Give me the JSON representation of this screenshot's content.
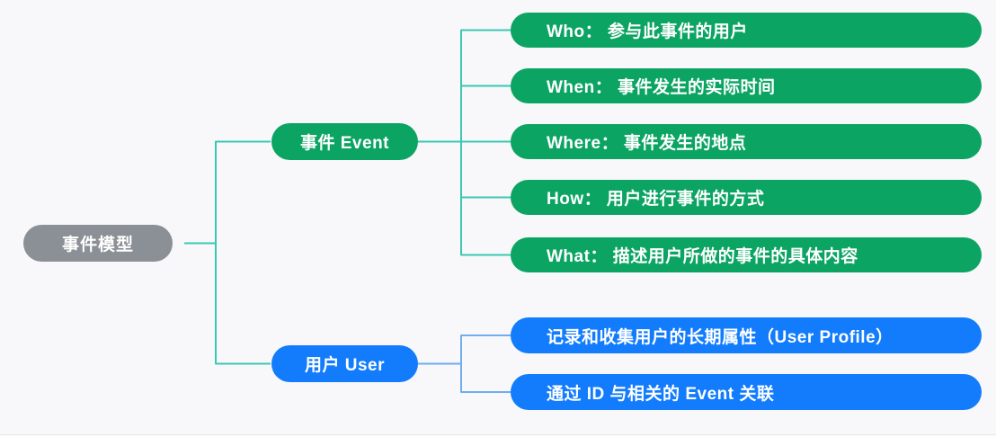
{
  "colors": {
    "background": "#f8f8fa",
    "root_fill": "#8b8f96",
    "event_fill": "#0ca463",
    "user_fill": "#127cfc",
    "event_connector": "#3bc7b3",
    "user_connector": "#70adee",
    "text_color": "#ffffff"
  },
  "tree": {
    "root": {
      "label": "事件模型"
    },
    "branches": [
      {
        "label": "事件 Event",
        "children": [
          "Who： 参与此事件的用户",
          "When： 事件发生的实际时间",
          "Where： 事件发生的地点",
          "How： 用户进行事件的方式",
          "What： 描述用户所做的事件的具体内容"
        ]
      },
      {
        "label": "用户 User",
        "children": [
          "记录和收集用户的长期属性（User Profile）",
          "通过 ID 与相关的 Event 关联"
        ]
      }
    ]
  }
}
